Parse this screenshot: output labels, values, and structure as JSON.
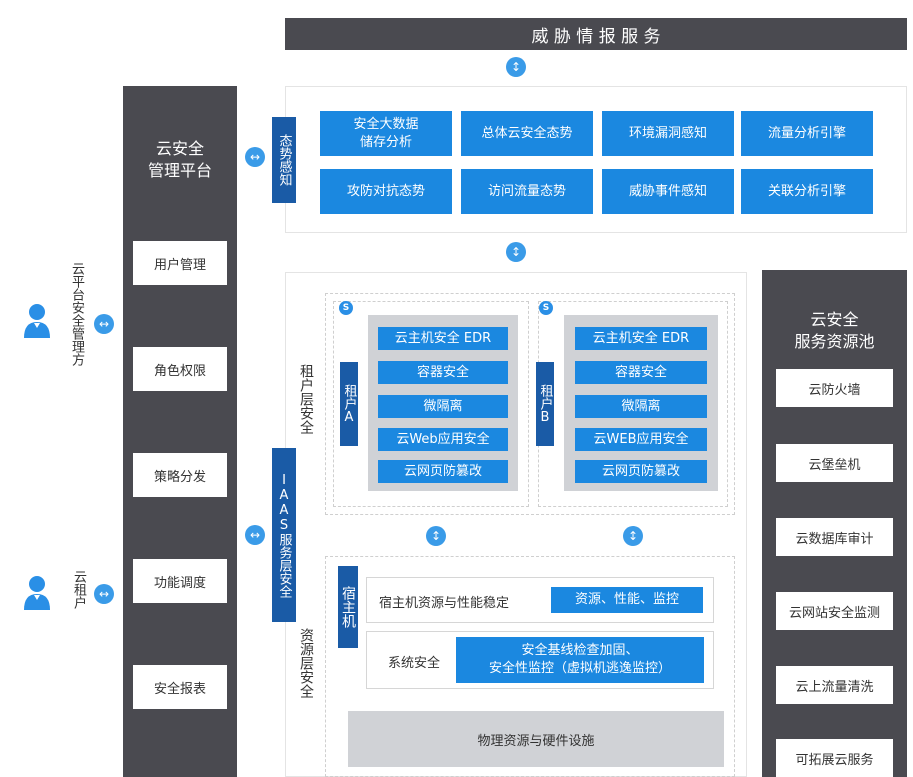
{
  "header": {
    "title": "威 胁 情 报 服 务"
  },
  "left_platform": {
    "title": "云安全\n管理平台",
    "items": [
      "用户管理",
      "角色权限",
      "策略分发",
      "功能调度",
      "安全报表"
    ]
  },
  "actors": {
    "manager": "云平台安全管理方",
    "tenant": "云租户"
  },
  "situation": {
    "label": "态势感知",
    "cells": [
      "安全大数据\n储存分析",
      "总体云安全态势",
      "环境漏洞感知",
      "流量分析引擎",
      "攻防对抗态势",
      "访问流量态势",
      "威胁事件感知",
      "关联分析引擎"
    ]
  },
  "iaas": {
    "label": "IAAS服务层安全"
  },
  "tenant_layer": {
    "label": "租户层安全",
    "tenant_a": {
      "label": "租户A",
      "badge": "S",
      "items": [
        "云主机安全 EDR",
        "容器安全",
        "微隔离",
        "云Web应用安全",
        "云网页防篡改"
      ]
    },
    "tenant_b": {
      "label": "租户B",
      "badge": "S",
      "items": [
        "云主机安全 EDR",
        "容器安全",
        "微隔离",
        "云WEB应用安全",
        "云网页防篡改"
      ]
    }
  },
  "resource_layer": {
    "label": "资源层安全",
    "host_label": "宿主机",
    "row1": {
      "label": "宿主机资源与性能稳定",
      "value": "资源、性能、监控"
    },
    "row2": {
      "label": "系统安全",
      "value": "安全基线检查加固、\n安全性监控（虚拟机逃逸监控）"
    },
    "physical": "物理资源与硬件设施"
  },
  "right_pool": {
    "title": "云安全\n服务资源池",
    "items": [
      "云防火墙",
      "云堡垒机",
      "云数据库审计",
      "云网站安全监测",
      "云上流量清洗",
      "可拓展云服务"
    ]
  },
  "icons": {
    "updown": "up-down-arrow-icon",
    "leftright": "left-right-arrow-icon",
    "person": "person-icon"
  },
  "colors": {
    "dark": "#4a4a50",
    "blue": "#1b88e0",
    "navy": "#1a5ba6",
    "arrow": "#3a9be8"
  }
}
